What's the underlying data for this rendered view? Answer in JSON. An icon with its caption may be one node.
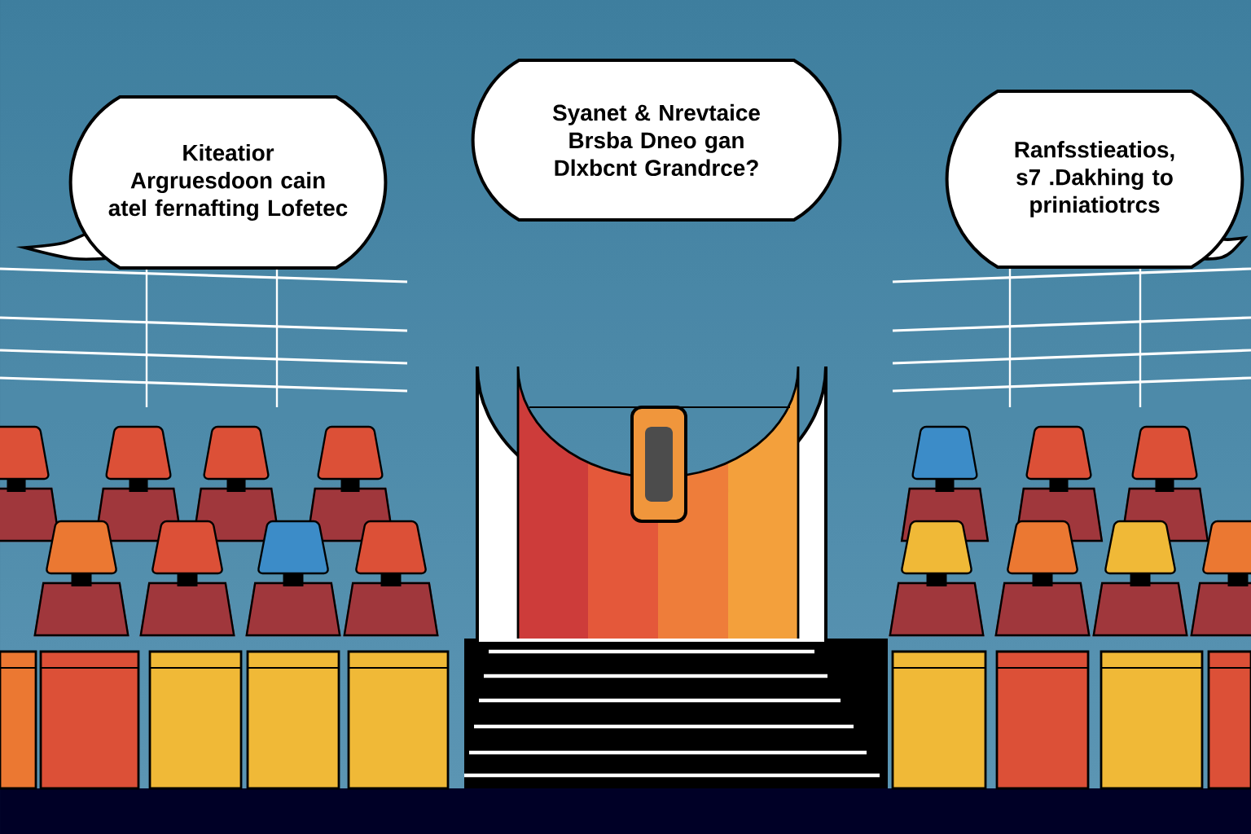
{
  "diagram": {
    "nodes": [
      {
        "text": [
          "Kiteatior Argruesdoon cain atel fernafting Lofetec"
        ]
      },
      {
        "text": [
          "Syanet & Nrevtaice Brsba Dneo gan Dlxbcnt Grandrce?"
        ]
      },
      {
        "text": [
          "Ranfsstieatios, s7 .Dakhing to priniatiotrcs"
        ]
      }
    ]
  }
}
